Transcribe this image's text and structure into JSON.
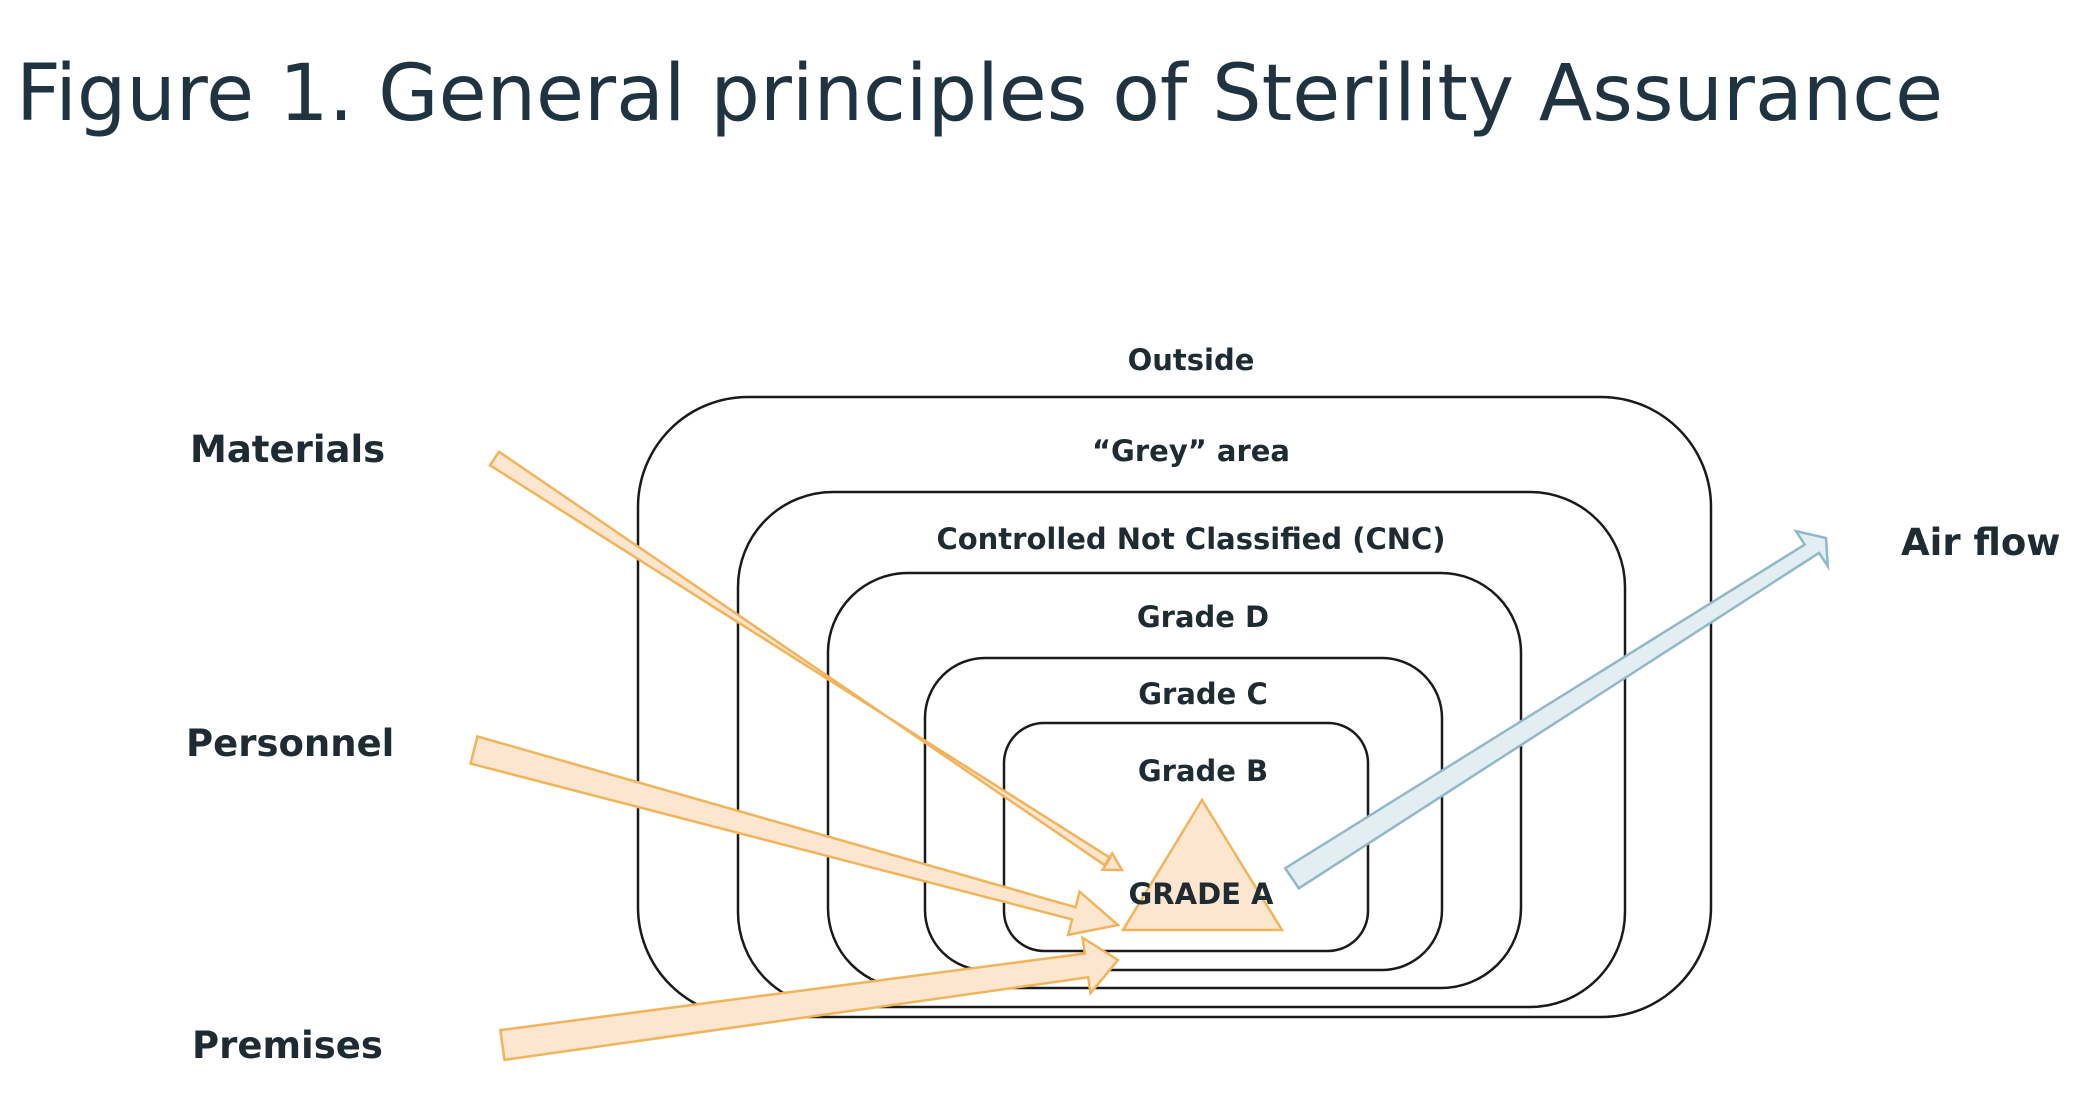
{
  "title": "Figure 1. General principles of Sterility Assurance",
  "zones": {
    "outside": "Outside",
    "grey_area": "“Grey” area",
    "cnc": "Controlled Not Classified (CNC)",
    "grade_d": "Grade D",
    "grade_c": "Grade C",
    "grade_b": "Grade B",
    "grade_a": "GRADE A"
  },
  "inputs": {
    "materials": "Materials",
    "personnel": "Personnel",
    "premises": "Premises"
  },
  "output": {
    "air_flow": "Air flow"
  },
  "colors": {
    "input_arrow_fill": "#fde6cf",
    "input_arrow_stroke": "#f2b45a",
    "air_arrow_fill": "#e2eef2",
    "air_arrow_stroke": "#8fb8c8",
    "grade_a_fill": "#fde6cf",
    "grade_a_stroke": "#f2b45a",
    "zone_stroke": "#1a1a1a",
    "title_text": "#1f3440"
  }
}
